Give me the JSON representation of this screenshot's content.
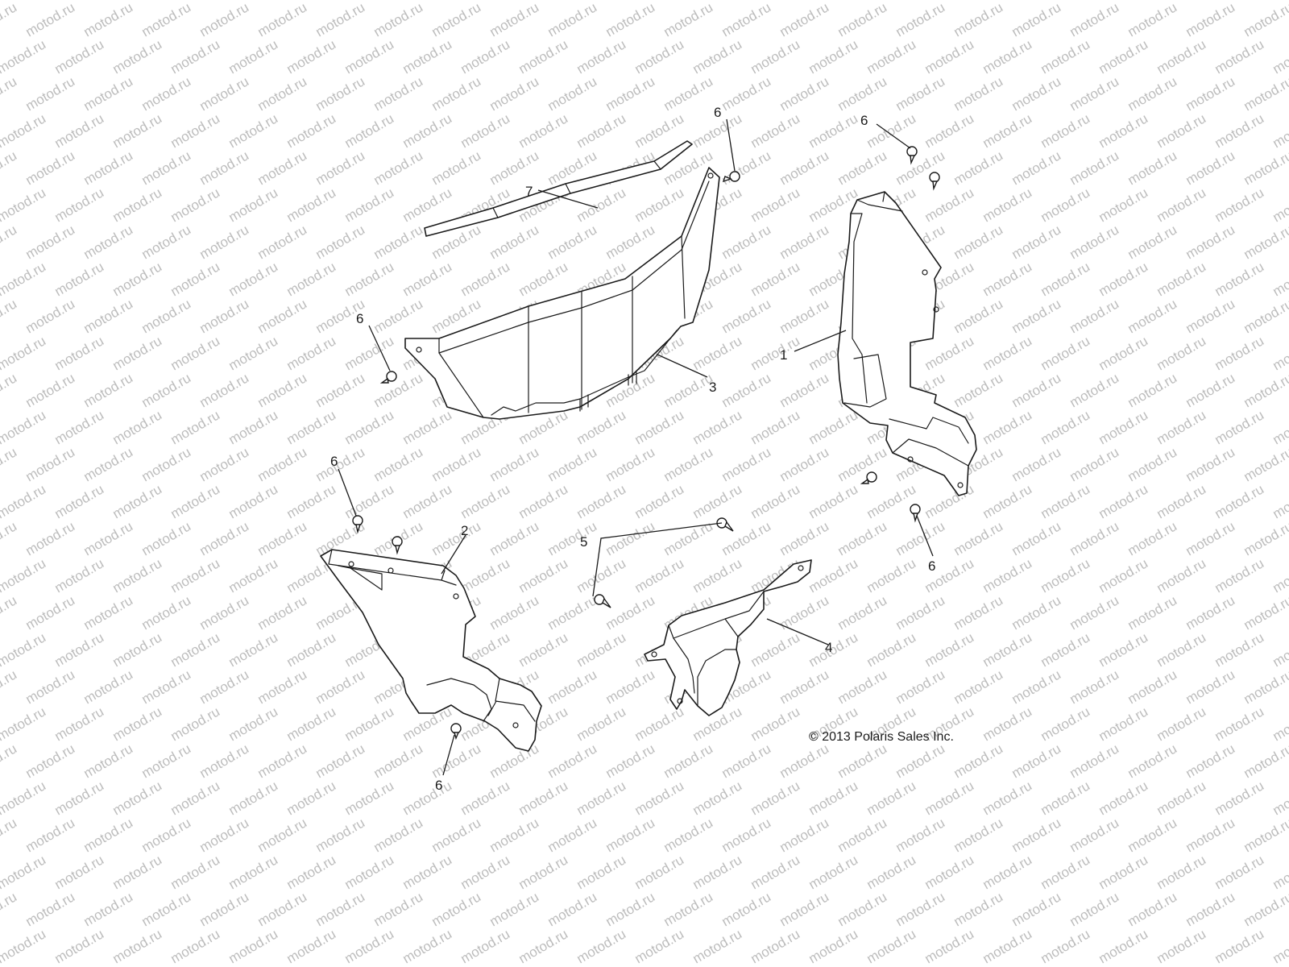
{
  "watermark": {
    "text": "motod.ru",
    "color": "#bdbdbd"
  },
  "callouts": [
    {
      "id": "c1",
      "label": "1"
    },
    {
      "id": "c2",
      "label": "2"
    },
    {
      "id": "c3",
      "label": "3"
    },
    {
      "id": "c4",
      "label": "4"
    },
    {
      "id": "c5",
      "label": "5"
    },
    {
      "id": "c6a",
      "label": "6"
    },
    {
      "id": "c6b",
      "label": "6"
    },
    {
      "id": "c6c",
      "label": "6"
    },
    {
      "id": "c6d",
      "label": "6"
    },
    {
      "id": "c6e",
      "label": "6"
    },
    {
      "id": "c6f",
      "label": "6"
    },
    {
      "id": "c7",
      "label": "7"
    }
  ],
  "copyright": "© 2013 Polaris Sales Inc."
}
